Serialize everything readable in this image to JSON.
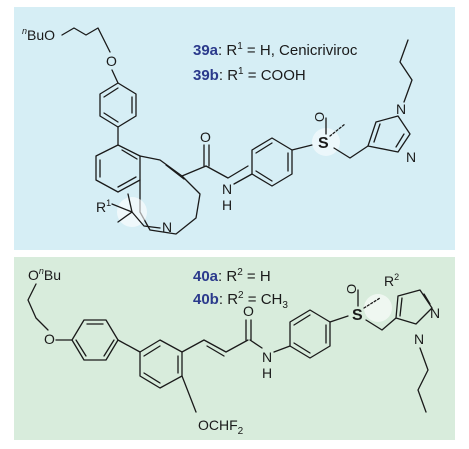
{
  "colors": {
    "top_panel": "#d6eef5",
    "bottom_panel": "#d8ecdc",
    "label_blue": "#2b3a8c",
    "sulfur_red": "#c0392b",
    "nitrogen_blue": "#2b3a8c",
    "highlight": "#ffffff"
  },
  "top": {
    "r1": {
      "label": "39a",
      "text": ": R",
      "sup": "1",
      "rest": " = H, Cenicriviroc"
    },
    "r2": {
      "label": "39b",
      "text": ": R",
      "sup": "1",
      "rest": " = COOH"
    },
    "butoxy": {
      "sup": "n",
      "text": "BuO"
    },
    "o_ether": "O",
    "o_carbonyl": "O",
    "nh": "N",
    "nh_h": "H",
    "n_ring": "N",
    "sulfur": "S",
    "sulfoxide_o": "O",
    "imid_n1": "N",
    "imid_n3": "N",
    "r_group": {
      "text": "R",
      "sup": "1"
    }
  },
  "bottom": {
    "r1": {
      "label": "40a",
      "text": ": R",
      "sup": "2",
      "rest": " = H"
    },
    "r2": {
      "label": "40b",
      "text": ": R",
      "sup": "2",
      "rest": " = CH",
      "sub": "3"
    },
    "butoxy": {
      "text": "O",
      "sup": "n",
      "rest": "Bu"
    },
    "o_ether": "O",
    "o_carbonyl": "O",
    "nh": "N",
    "nh_h": "H",
    "ochf2": {
      "text": "OCHF",
      "sub": "2"
    },
    "sulfur": "S",
    "sulfoxide_o": "O",
    "imid_n1": "N",
    "imid_n3": "N",
    "r_group": {
      "text": "R",
      "sup": "2"
    }
  }
}
